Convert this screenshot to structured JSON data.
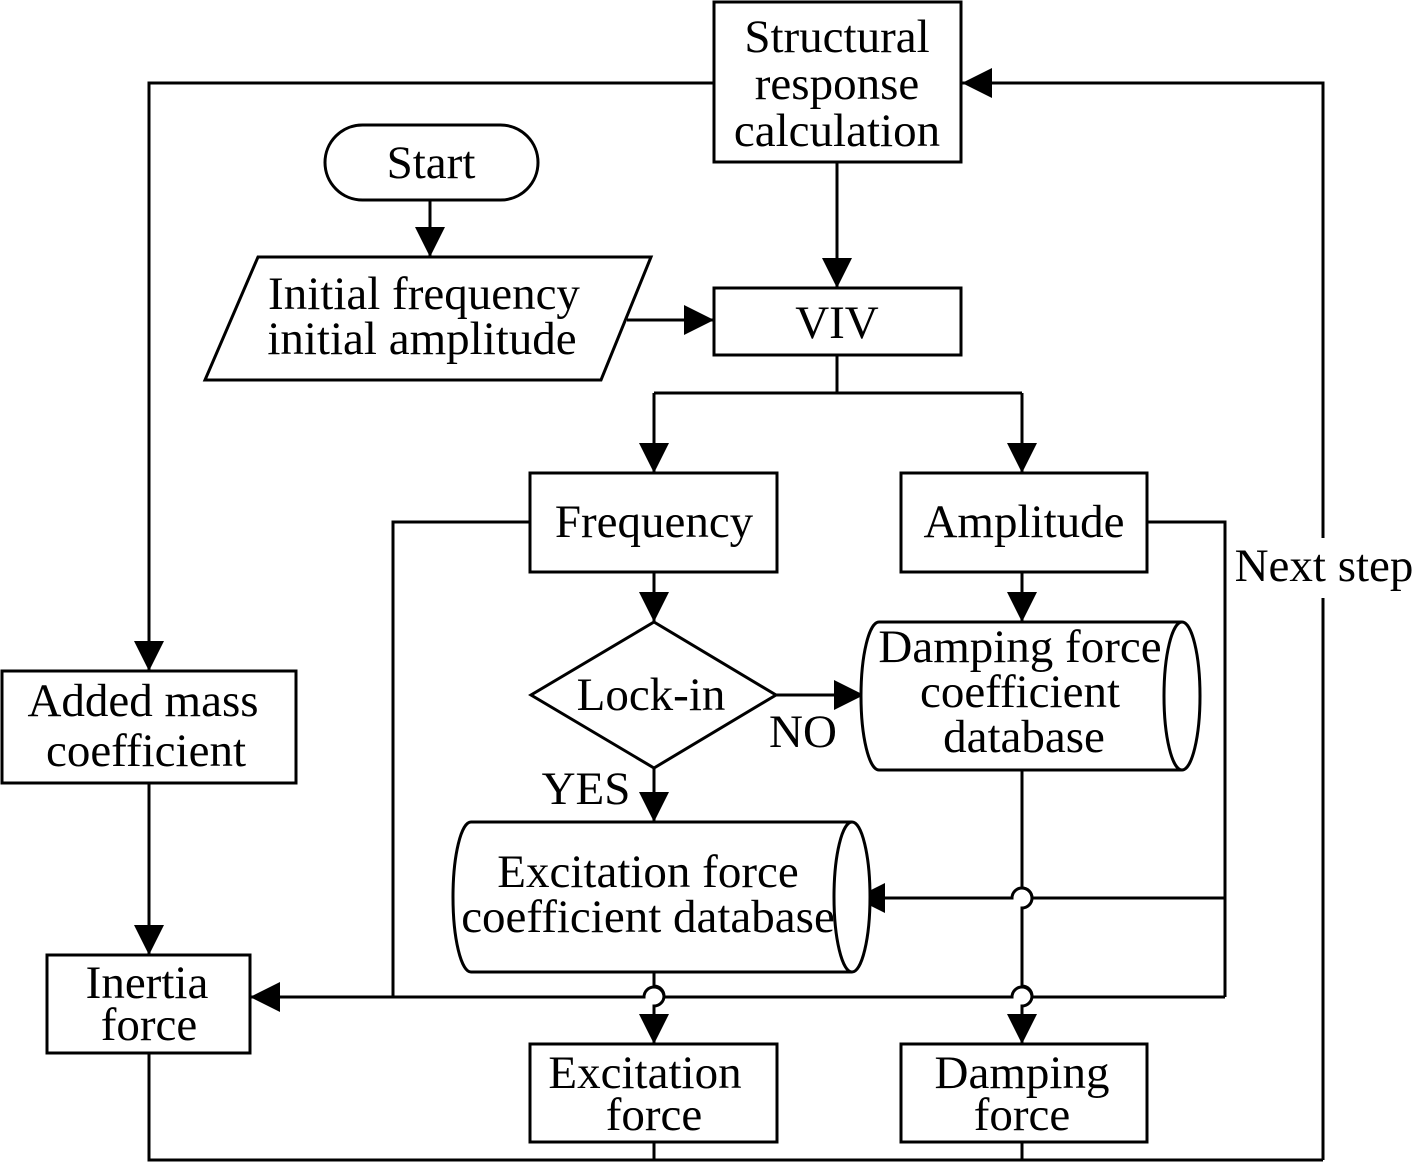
{
  "nodes": {
    "structural_response": [
      "Structural",
      "response",
      "calculation"
    ],
    "start": [
      "Start"
    ],
    "initial_input": [
      "Initial frequency",
      "initial amplitude"
    ],
    "viv": [
      "VIV"
    ],
    "frequency": [
      "Frequency"
    ],
    "amplitude": [
      "Amplitude"
    ],
    "lock_in": [
      "Lock-in"
    ],
    "damping_db": [
      "Damping force",
      "coefficient",
      "database"
    ],
    "added_mass": [
      "Added mass",
      "coefficient"
    ],
    "excitation_db": [
      "Excitation force",
      "coefficient database"
    ],
    "inertia_force": [
      "Inertia",
      "force"
    ],
    "excitation_force": [
      "Excitation",
      "force"
    ],
    "damping_force": [
      "Damping",
      "force"
    ]
  },
  "edge_labels": {
    "no": "NO",
    "yes": "YES",
    "next_step": "Next step"
  }
}
